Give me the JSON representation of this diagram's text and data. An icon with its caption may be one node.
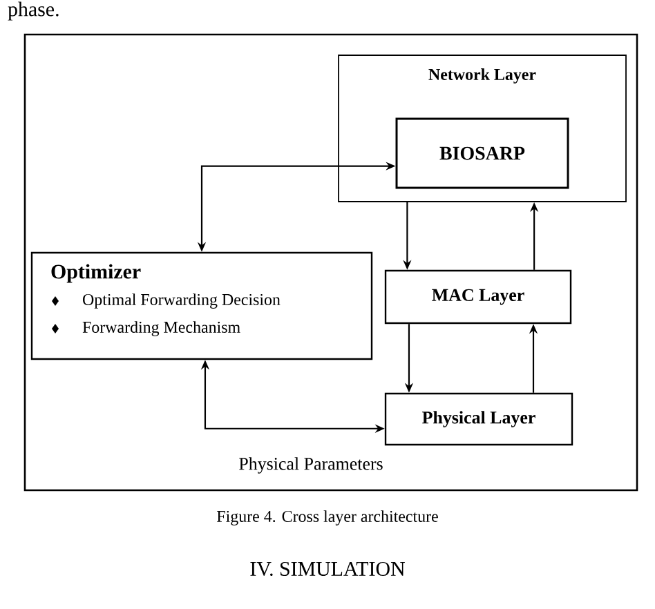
{
  "diagram": {
    "caption": "Figure 4. Cross layer architecture",
    "nodes": [
      {
        "text": [],
        "shape": "box"
      },
      {
        "text": [
          "Network Layer"
        ],
        "in": 0
      },
      {
        "text": [
          "BIOSARP"
        ],
        "in": 1
      },
      {
        "text": [
          "Optimizer",
          "Optimal Forwarding Decision",
          "Forwarding Mechanism"
        ],
        "in": 0
      },
      {
        "text": [
          "MAC Layer"
        ],
        "in": 0
      },
      {
        "text": [
          "Physical Layer"
        ],
        "in": 0
      }
    ],
    "edges": [
      {
        "from": 2,
        "to": 3,
        "arrow": "both"
      },
      {
        "from": 1,
        "to": 4,
        "arrow": "to"
      },
      {
        "from": 4,
        "to": 1,
        "arrow": "to"
      },
      {
        "from": 4,
        "to": 5,
        "arrow": "to"
      },
      {
        "from": 5,
        "to": 4,
        "arrow": "to"
      },
      {
        "from": 3,
        "to": 5,
        "arrow": "both",
        "label": "Physical Parameters"
      }
    ],
    "labels": [
      "phase.",
      "IV. SIMULATION"
    ]
  }
}
